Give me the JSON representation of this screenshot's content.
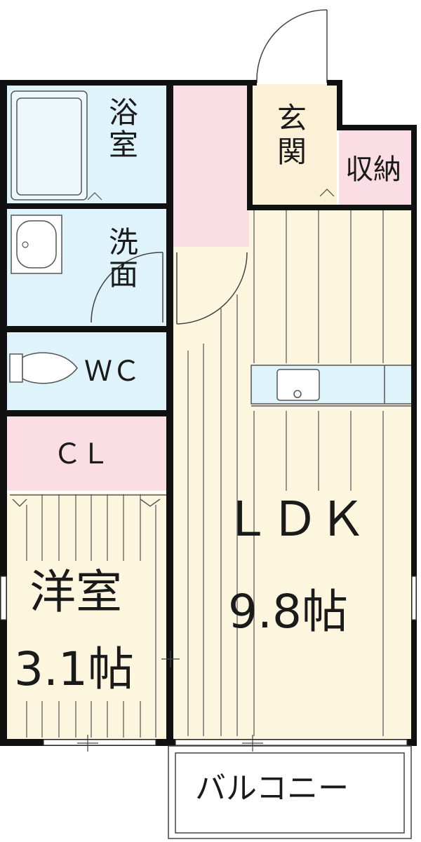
{
  "rooms": {
    "bath": {
      "chars": [
        "浴",
        "室"
      ]
    },
    "washroom": {
      "chars": [
        "洗",
        "面"
      ]
    },
    "toilet": {
      "label": "ＷＣ"
    },
    "closet": {
      "label": "ＣＬ"
    },
    "entrance": {
      "chars": [
        "玄",
        "関"
      ]
    },
    "storage": {
      "label": "収納"
    },
    "ldk": {
      "name": "ＬＤＫ",
      "size": "9.8帖"
    },
    "western_room": {
      "name": "洋室",
      "size": "3.1帖"
    },
    "balcony": {
      "label": "バルコニー"
    }
  },
  "colors": {
    "wall": "#111111",
    "wet_area": "#dff3fb",
    "closet_pink": "#fbdde6",
    "floor_wood": "#fdf6df",
    "entrance_floor": "#fbf1d6",
    "counter": "#dff3fb"
  }
}
